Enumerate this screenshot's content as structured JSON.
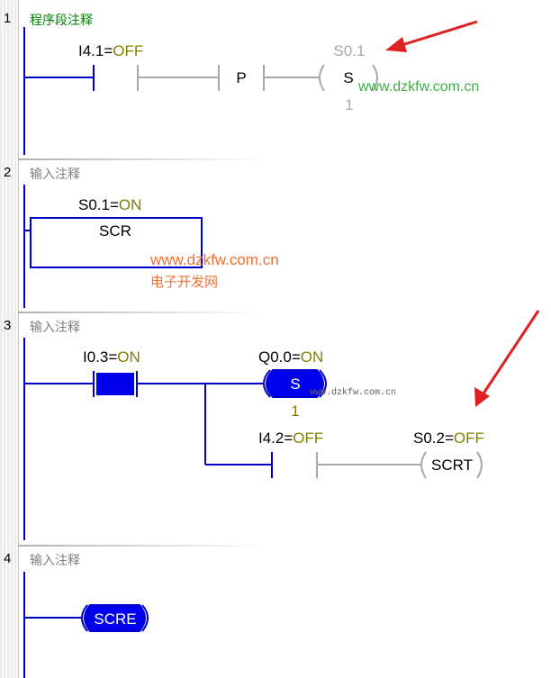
{
  "networks": [
    {
      "number": "1",
      "comment": "程序段注释",
      "contacts": [
        {
          "address": "I4.1",
          "eq": "=",
          "state": "OFF"
        }
      ],
      "p_label": "P",
      "coil": {
        "address": "S0.1",
        "label": "S",
        "count": "1"
      }
    },
    {
      "number": "2",
      "comment": "输入注释",
      "box": {
        "address": "S0.1",
        "eq": "=",
        "state": "ON",
        "label": "SCR"
      }
    },
    {
      "number": "3",
      "comment": "输入注释",
      "contacts": [
        {
          "address": "I0.3",
          "eq": "=",
          "state": "ON"
        },
        {
          "address": "I4.2",
          "eq": "=",
          "state": "OFF"
        }
      ],
      "coils": [
        {
          "address": "Q0.0",
          "eq": "=",
          "state": "ON",
          "label": "S",
          "count": "1"
        },
        {
          "address": "S0.2",
          "eq": "=",
          "state": "OFF",
          "label": "SCRT"
        }
      ]
    },
    {
      "number": "4",
      "comment": "输入注释",
      "coil": {
        "label": "SCRE"
      }
    }
  ],
  "watermarks": {
    "green": "www.dzkfw.com.cn",
    "orange_url": "www.dzkfw.com.cn",
    "orange_text": "电子开发网",
    "small": "www.dzkfw.com.cn"
  },
  "colors": {
    "rail": "#0000cc",
    "inactive": "#a8a8a8",
    "state": "#808000",
    "comment_first": "#008000",
    "comment": "#808080",
    "active_fill": "#0000ee",
    "arrow": "#e02020"
  }
}
